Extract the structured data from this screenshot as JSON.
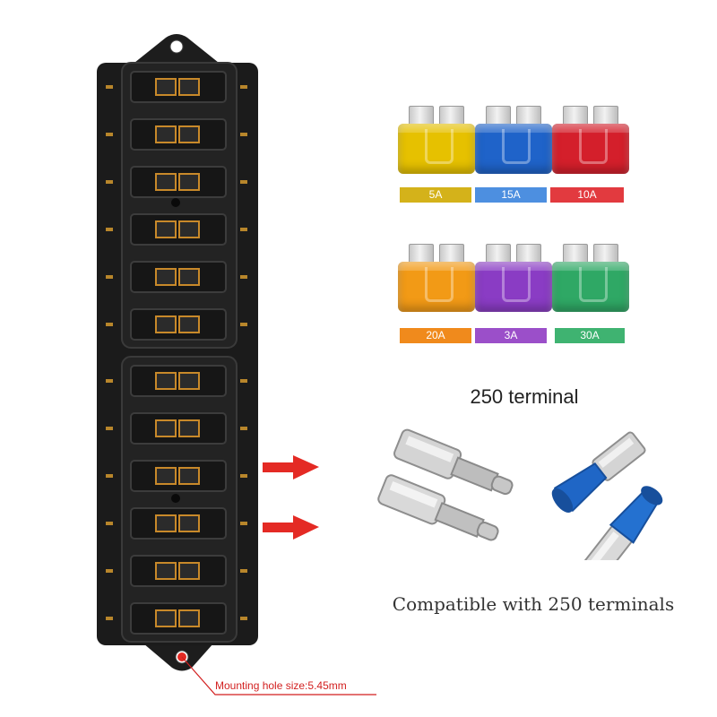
{
  "fuses": [
    {
      "rating": "5A",
      "color": "#e6c100",
      "label_color": "#d4b21a"
    },
    {
      "rating": "15A",
      "color": "#1f63c9",
      "label_color": "#4d8fe0"
    },
    {
      "rating": "10A",
      "color": "#d41f2b",
      "label_color": "#e23a3f"
    },
    {
      "rating": "20A",
      "color": "#f29a16",
      "label_color": "#f08a1c"
    },
    {
      "rating": "3A",
      "color": "#8a3cc4",
      "label_color": "#9b4fc9"
    },
    {
      "rating": "30A",
      "color": "#2fa865",
      "label_color": "#3fb371"
    }
  ],
  "terminal_heading": "250 terminal",
  "compatibility_caption": "Compatible with 250 terminals",
  "mounting_caption": "Mounting hole size:5.45mm",
  "colors": {
    "fusebox_body": "#1b1b1b",
    "arrow": "#e42a24",
    "terminal_insulator": "#1f66c6",
    "mount_callout": "#d21f1f"
  },
  "fusebox": {
    "slot_count": 12
  }
}
